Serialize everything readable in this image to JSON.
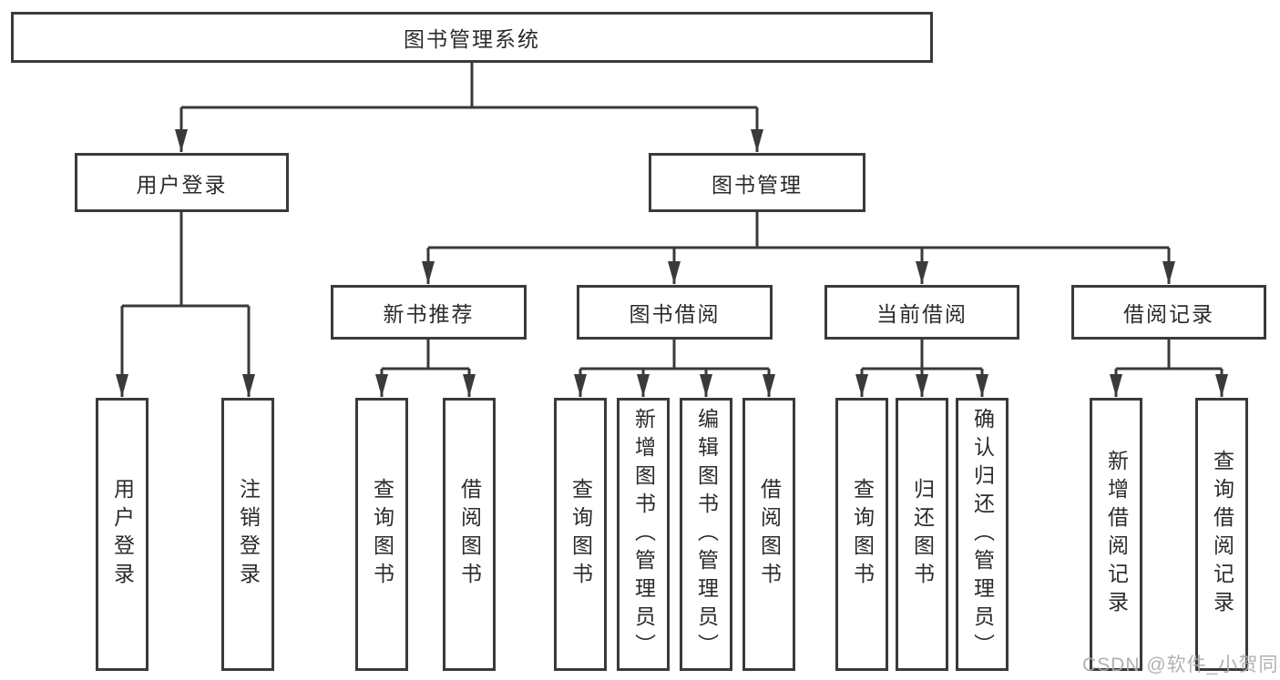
{
  "diagram_type": "functional-structure-tree",
  "colors": {
    "line": "#3a3a3a",
    "box_border": "#3a3a3a",
    "text": "#2b2b2b",
    "background": "#ffffff",
    "watermark": "#aaaaaa"
  },
  "tree": {
    "root": {
      "label": "图书管理系统"
    },
    "children": [
      {
        "label": "用户登录",
        "children": [
          {
            "label": "用户登录"
          },
          {
            "label": "注销登录"
          }
        ]
      },
      {
        "label": "图书管理",
        "children": [
          {
            "label": "新书推荐",
            "children": [
              {
                "label": "查询图书"
              },
              {
                "label": "借阅图书"
              }
            ]
          },
          {
            "label": "图书借阅",
            "children": [
              {
                "label": "查询图书"
              },
              {
                "label": "新增图书（管理员）"
              },
              {
                "label": "编辑图书（管理员）"
              },
              {
                "label": "借阅图书"
              }
            ]
          },
          {
            "label": "当前借阅",
            "children": [
              {
                "label": "查询图书"
              },
              {
                "label": "归还图书"
              },
              {
                "label": "确认归还（管理员）"
              }
            ]
          },
          {
            "label": "借阅记录",
            "children": [
              {
                "label": "新增借阅记录"
              },
              {
                "label": "查询借阅记录"
              }
            ]
          }
        ]
      }
    ]
  },
  "watermark": {
    "text": "CSDN @软件_小贺同学"
  }
}
